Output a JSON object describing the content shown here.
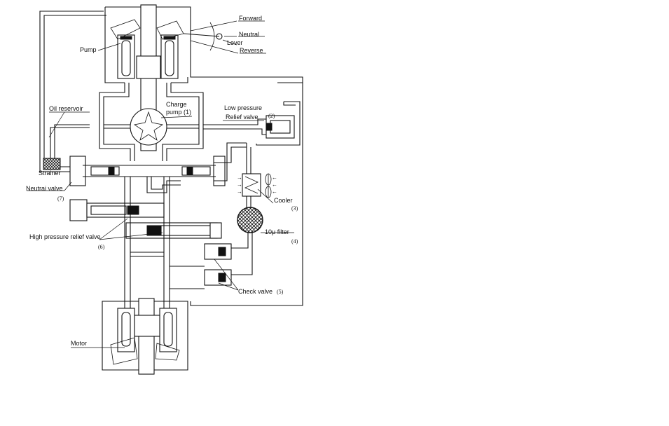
{
  "labels": {
    "forward": "Forward",
    "neutral": "Neutral",
    "lever": "Lever",
    "reverse": "Reverse",
    "pump": "Pump",
    "oil_reservoir": "Oil reservoir",
    "charge_pump_line1": "Charge",
    "charge_pump_line2": "pump (1)",
    "low_pressure_line1": "Low pressure",
    "low_pressure_line2": "Relief valve",
    "low_pressure_num": "(2)",
    "strainer": "Strainer",
    "neutral_valve": "Neutrai valve",
    "neutral_valve_num": "(7)",
    "cooler": "Cooler",
    "cooler_num": "(3)",
    "high_pressure": "High pressure relief valve",
    "high_pressure_num": "(6)",
    "filter": "10μ filter",
    "filter_num": "(4)",
    "check_valve": "Check valve",
    "check_valve_num": "(5)",
    "motor": "Motor"
  }
}
